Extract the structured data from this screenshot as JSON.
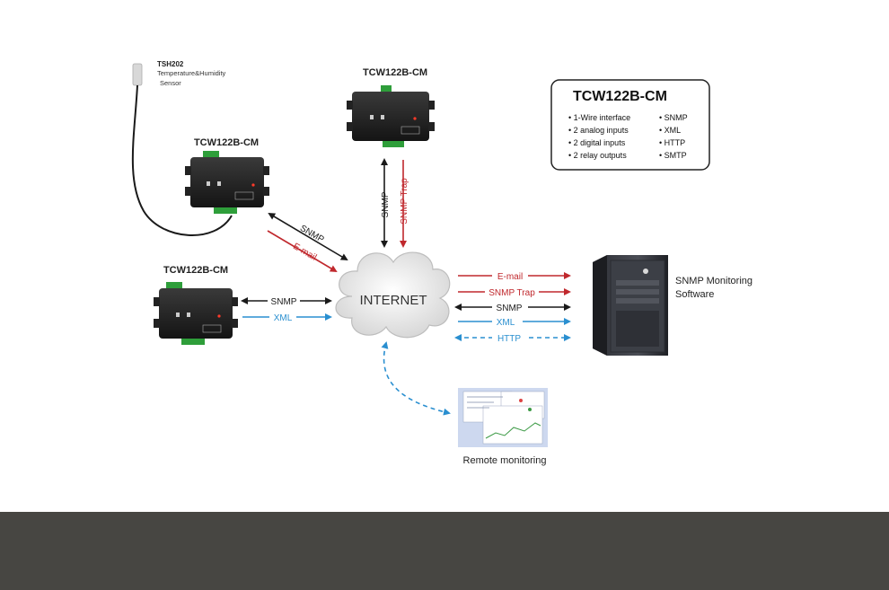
{
  "sensor": {
    "model": "TSH202",
    "desc_line1": "Temperature&Humidity",
    "desc_line2": "Sensor"
  },
  "devices": {
    "top": "TCW122B-CM",
    "left_mid": "TCW122B-CM",
    "left_bottom": "TCW122B-CM"
  },
  "spec_box": {
    "title": "TCW122B-CM",
    "features": [
      "• 1-Wire interface",
      "• 2 analog inputs",
      "• 2 digital inputs",
      "• 2 relay outputs"
    ],
    "protocols": [
      "• SNMP",
      "• XML",
      "• HTTP",
      "• SMTP"
    ]
  },
  "cloud_label": "INTERNET",
  "links": {
    "snmp": "SNMP",
    "email": "E-mail",
    "xml": "XML",
    "snmp_trap": "SNMP Trap",
    "http": "HTTP"
  },
  "server": {
    "line1": "SNMP Monitoring",
    "line2": "Software"
  },
  "remote": {
    "label": "Remote monitoring"
  },
  "colors": {
    "red": "#c0282d",
    "black": "#1a1a1a",
    "blue": "#2a8fd0",
    "footer": "#474642"
  }
}
